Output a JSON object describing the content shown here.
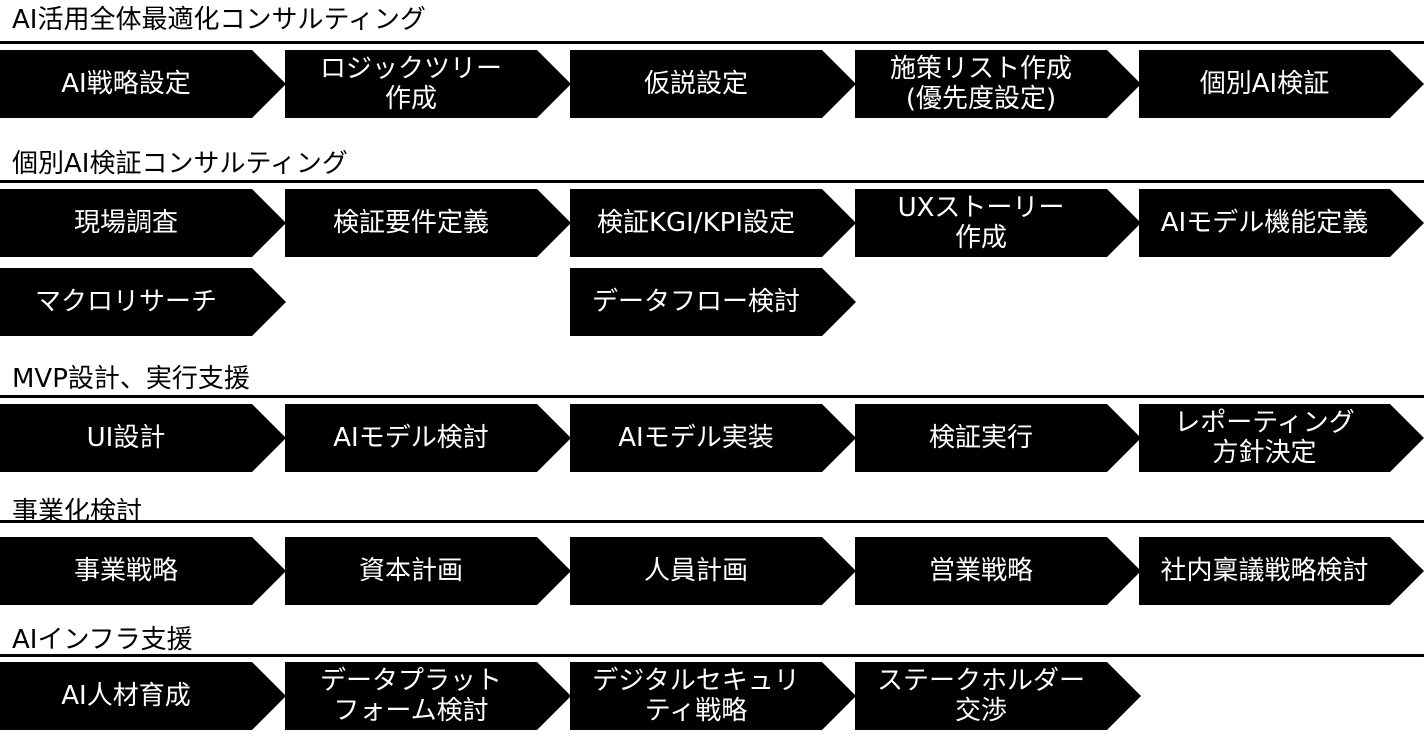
{
  "colors": {
    "chevron_fill": "#000000",
    "chevron_text": "#ffffff",
    "rule": "#000000"
  },
  "sections": [
    {
      "title": "AI活用全体最適化コンサルティング",
      "rows": [
        [
          "AI戦略設定",
          "ロジックツリー\n作成",
          "仮説設定",
          "施策リスト作成\n(優先度設定)",
          "個別AI検証"
        ]
      ]
    },
    {
      "title": "個別AI検証コンサルティング",
      "rows": [
        [
          "現場調査",
          "検証要件定義",
          "検証KGI/KPI設定",
          "UXストーリー\n作成",
          "AIモデル機能定義"
        ],
        [
          "マクロリサーチ",
          "",
          "データフロー検討",
          "",
          ""
        ]
      ]
    },
    {
      "title": "MVP設計、実行支援",
      "rows": [
        [
          "UI設計",
          "AIモデル検討",
          "AIモデル実装",
          "検証実行",
          "レポーティング\n方針決定"
        ]
      ]
    },
    {
      "title": "事業化検討",
      "rows": [
        [
          "事業戦略",
          "資本計画",
          "人員計画",
          "営業戦略",
          "社内稟議戦略検討"
        ]
      ]
    },
    {
      "title": "AIインフラ支援",
      "rows": [
        [
          "AI人材育成",
          "データプラット\nフォーム検討",
          "デジタルセキュリ\nティ戦略",
          "ステークホルダー\n交渉",
          ""
        ]
      ]
    }
  ]
}
